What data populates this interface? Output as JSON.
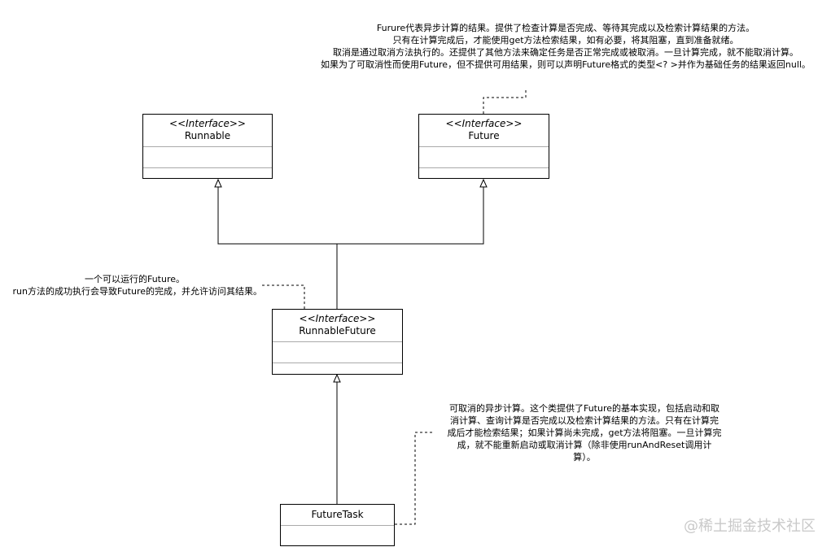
{
  "classes": {
    "runnable": {
      "stereotype": "<<Interface>>",
      "name": "Runnable"
    },
    "future": {
      "stereotype": "<<Interface>>",
      "name": "Future"
    },
    "runnable_future": {
      "stereotype": "<<Interface>>",
      "name": "RunnableFuture"
    },
    "future_task": {
      "name": "FutureTask"
    }
  },
  "notes": {
    "future": {
      "lines": [
        "Furure代表异步计算的结果。提供了检查计算是否完成、等待其完成以及检索计算结果的方法。",
        "只有在计算完成后，才能使用get方法检索结果，如有必要，将其阻塞，直到准备就绪。",
        "取消是通过取消方法执行的。还提供了其他方法来确定任务是否正常完成或被取消。一旦计算完成，就不能取消计算。",
        "如果为了可取消性而使用Future，但不提供可用结果，则可以声明Future格式的类型<? >并作为基础任务的结果返回null。"
      ]
    },
    "runnable_future": {
      "lines": [
        "一个可以运行的Future。",
        "run方法的成功执行会导致Future的完成，并允许访问其结果。"
      ]
    },
    "future_task": {
      "lines": [
        "可取消的异步计算。这个类提供了Future的基本实现，包括启动和取",
        "消计算、查询计算是否完成以及检索计算结果的方法。只有在计算完",
        "成后才能检索结果；如果计算尚未完成，get方法将阻塞。一旦计算完",
        "成，就不能重新启动或取消计算（除非使用runAndReset调用计",
        "算）。"
      ]
    }
  },
  "watermark": "@稀土掘金技术社区",
  "colors": {
    "line": "#000000",
    "divider": "#aaaaaa",
    "watermark": "#c9c9c9"
  }
}
